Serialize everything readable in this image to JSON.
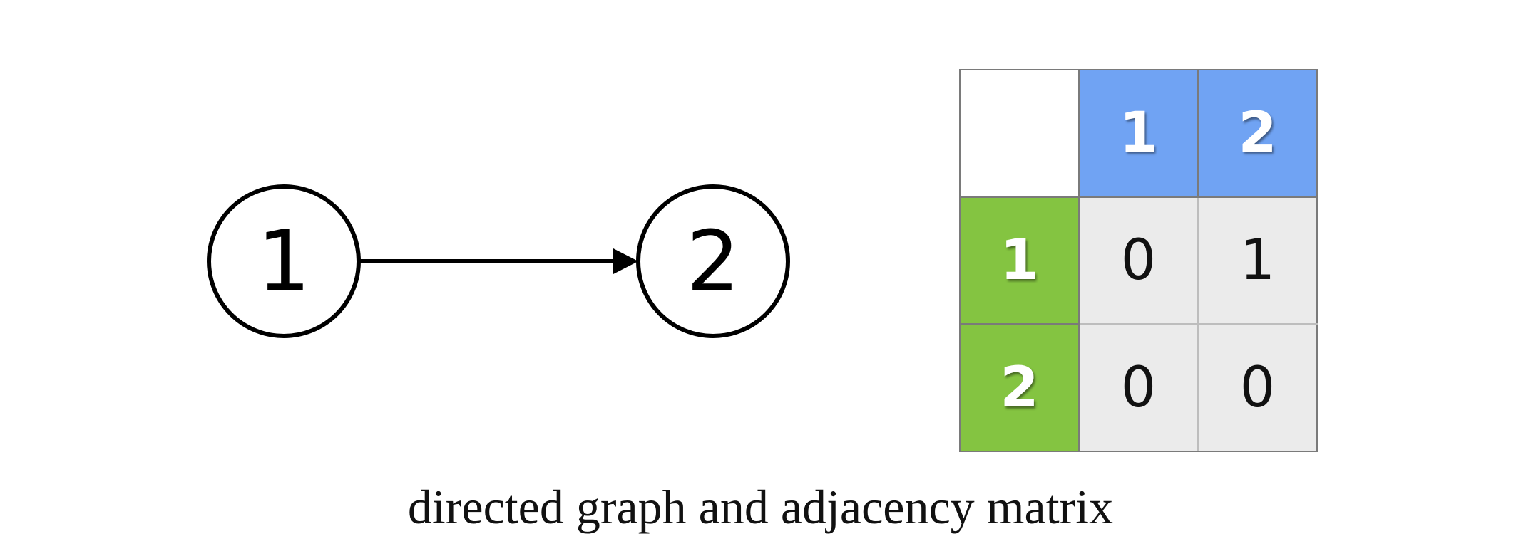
{
  "graph": {
    "nodes": [
      {
        "id": "1",
        "label": "1"
      },
      {
        "id": "2",
        "label": "2"
      }
    ],
    "edges": [
      {
        "from": "1",
        "to": "2",
        "directed": true
      }
    ]
  },
  "matrix": {
    "col_headers": [
      "1",
      "2"
    ],
    "row_headers": [
      "1",
      "2"
    ],
    "rows": [
      [
        "0",
        "1"
      ],
      [
        "0",
        "0"
      ]
    ]
  },
  "caption": "directed graph and adjacency matrix",
  "colors": {
    "col_header_bg": "#70a3f3",
    "row_header_bg": "#84c441",
    "cell_bg": "#ebebeb",
    "stroke": "#000000"
  }
}
